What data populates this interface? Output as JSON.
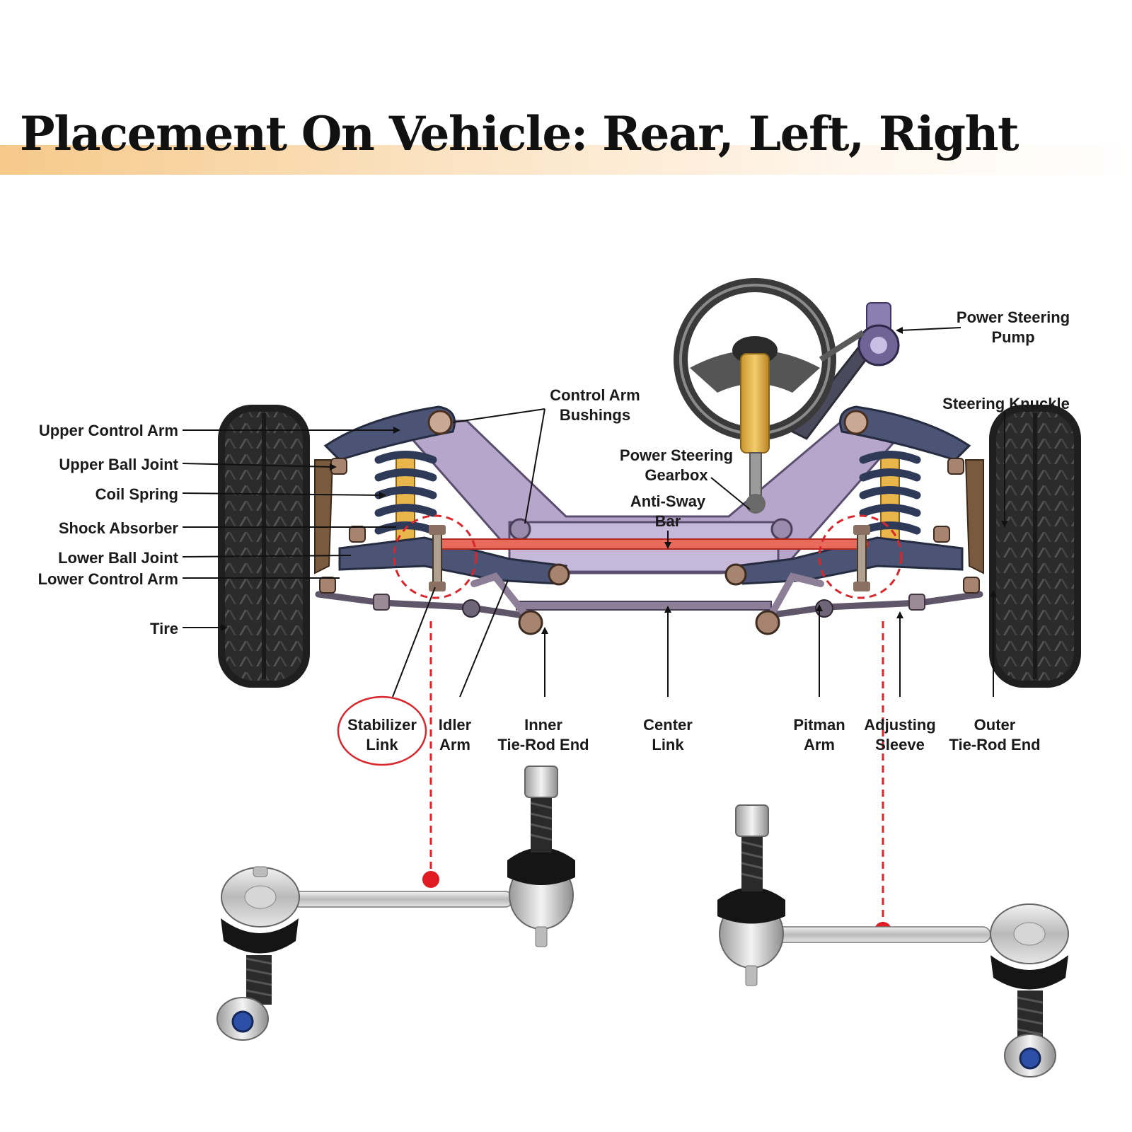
{
  "title": "Placement On Vehicle: Rear, Left, Right",
  "colors": {
    "accent_red": "#d9262c",
    "frame_purple": "#b7a6cc",
    "arm_navy": "#4b5474",
    "spring_navy": "#2e3a57",
    "shock_yellow": "#e8b64a",
    "tire_dark": "#2b2b2b",
    "title_highlight": "#f6c98a"
  },
  "labels": {
    "upper_control_arm": "Upper Control Arm",
    "upper_ball_joint": "Upper Ball Joint",
    "coil_spring": "Coil Spring",
    "shock_absorber": "Shock Absorber",
    "lower_ball_joint": "Lower Ball Joint",
    "lower_control_arm": "Lower Control Arm",
    "tire": "Tire",
    "control_arm_bushings": [
      "Control Arm",
      "Bushings"
    ],
    "power_steering_gearbox": [
      "Power Steering",
      "Gearbox"
    ],
    "anti_sway_bar": [
      "Anti-Sway",
      "Bar"
    ],
    "power_steering_pump": [
      "Power Steering",
      "Pump"
    ],
    "steering_knuckle": "Steering Knuckle",
    "stabilizer_link": [
      "Stabilizer",
      "Link"
    ],
    "idler_arm": [
      "Idler",
      "Arm"
    ],
    "inner_tie_rod_end": [
      "Inner",
      "Tie-Rod End"
    ],
    "center_link": [
      "Center",
      "Link"
    ],
    "pitman_arm": [
      "Pitman",
      "Arm"
    ],
    "adjusting_sleeve": [
      "Adjusting",
      "Sleeve"
    ],
    "outer_tie_rod_end": [
      "Outer",
      "Tie-Rod End"
    ]
  }
}
